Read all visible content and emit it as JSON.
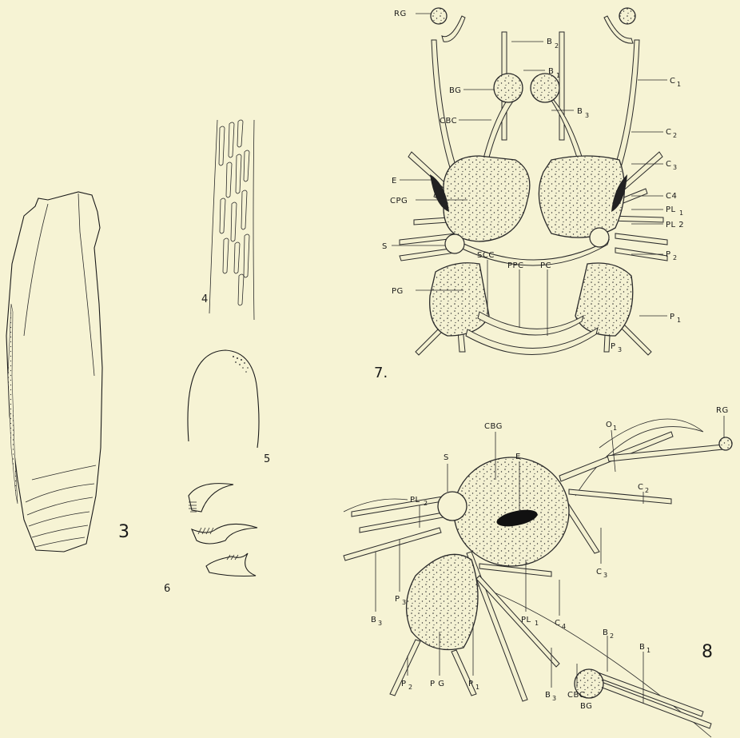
{
  "figures": {
    "fig3": "3",
    "fig4": "4",
    "fig5": "5",
    "fig6": "6",
    "fig7": "7.",
    "fig8": "8"
  },
  "fig7_labels": {
    "RG": "RG",
    "B2": "B",
    "B2_sub": "2",
    "B1": "B",
    "B1_sub": "1",
    "BG": "BG",
    "C1": "C",
    "C1_sub": "1",
    "B3": "B",
    "B3_sub": "3",
    "CBC": "CBC",
    "C2": "C",
    "C2_sub": "2",
    "C3": "C",
    "C3_sub": "3",
    "E": "E",
    "CPG": "CPG",
    "C4": "C4",
    "PL1": "PL",
    "PL1_sub": "1",
    "PL2": "PL 2",
    "S": "S",
    "SCC": "SCC",
    "PPC": "PPC",
    "PC": "PC",
    "P2": "P",
    "P2_sub": "2",
    "PG": "PG",
    "P1": "P",
    "P1_sub": "1",
    "P3": "P",
    "P3_sub": "3"
  },
  "fig8_labels": {
    "RG": "RG",
    "CBG": "CBG",
    "O1": "O",
    "O1_sub": "1",
    "S": "S",
    "E": "E",
    "PL2": "PL",
    "PL2_sub": "2",
    "C2": "C",
    "C2_sub": "2",
    "C3": "C",
    "C3_sub": "3",
    "P3": "P",
    "P3_sub": "3",
    "B3a": "B",
    "B3a_sub": "3",
    "PL1": "PL",
    "PL1_sub": "1",
    "C4": "C",
    "C4_sub": "4",
    "B2": "B",
    "B2_sub": "2",
    "B1": "B",
    "B1_sub": "1",
    "P2": "P",
    "P2_sub": "2",
    "PG": "P G",
    "P1": "P",
    "P1_sub": "1",
    "B3b": "B",
    "B3b_sub": "3",
    "CBC": "CBC",
    "BG": "BG"
  }
}
